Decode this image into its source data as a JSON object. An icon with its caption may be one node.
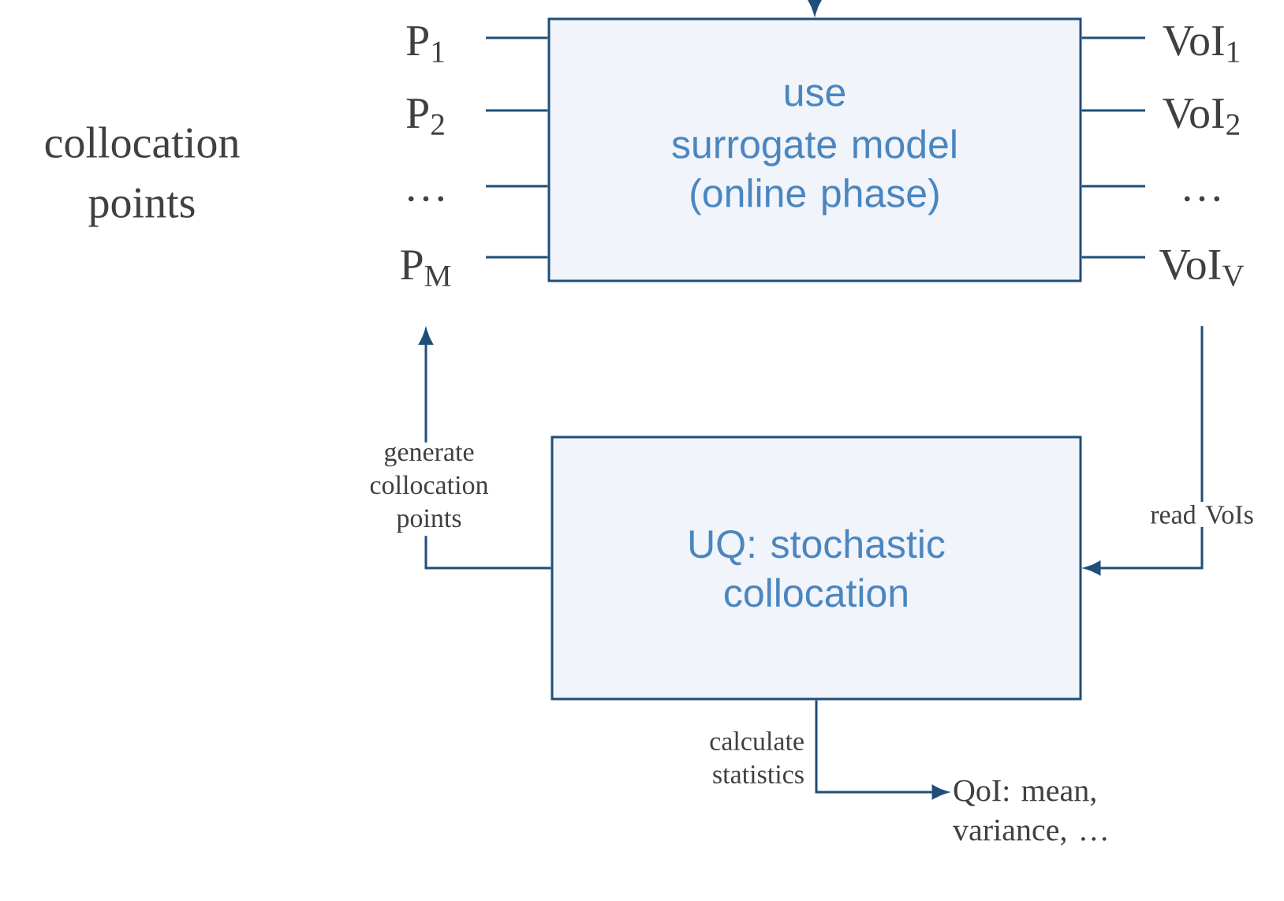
{
  "diagram": {
    "nodes": [
      {
        "text": [
          "use",
          "surrogate model (online phase)"
        ]
      },
      {
        "text": [
          "UQ: stochastic collocation"
        ]
      },
      {
        "text": [
          "P$_{1}$"
        ]
      },
      {
        "text": [
          "P$_{2}$"
        ]
      },
      {
        "text": [
          "…"
        ]
      },
      {
        "text": [
          "P$_{M}$"
        ]
      },
      {
        "text": [
          "VoI$_{1}$"
        ]
      },
      {
        "text": [
          "VoI$_{2}$"
        ]
      },
      {
        "text": [
          "…"
        ]
      },
      {
        "text": [
          "VoI$_{V}$"
        ]
      },
      {
        "text": [
          "QoI: mean, variance, …"
        ]
      }
    ],
    "edges": [
      {
        "from": null,
        "to": 0,
        "arrow": "to"
      },
      {
        "from": 2,
        "to": 0,
        "arrow": "none"
      },
      {
        "from": 3,
        "to": 0,
        "arrow": "none"
      },
      {
        "from": 4,
        "to": 0,
        "arrow": "none"
      },
      {
        "from": 5,
        "to": 0,
        "arrow": "none"
      },
      {
        "from": 0,
        "to": 6,
        "arrow": "none"
      },
      {
        "from": 0,
        "to": 7,
        "arrow": "none"
      },
      {
        "from": 0,
        "to": 8,
        "arrow": "none"
      },
      {
        "from": 0,
        "to": 9,
        "arrow": "none"
      },
      {
        "from": 1,
        "to": 5,
        "arrow": "to",
        "label": "generate collocation points"
      },
      {
        "from": 9,
        "to": 1,
        "arrow": "to",
        "label": "read VoIs"
      },
      {
        "from": 1,
        "to": 10,
        "arrow": "to",
        "label": "calculate statistics"
      }
    ],
    "labels": [
      "collocation points"
    ]
  }
}
